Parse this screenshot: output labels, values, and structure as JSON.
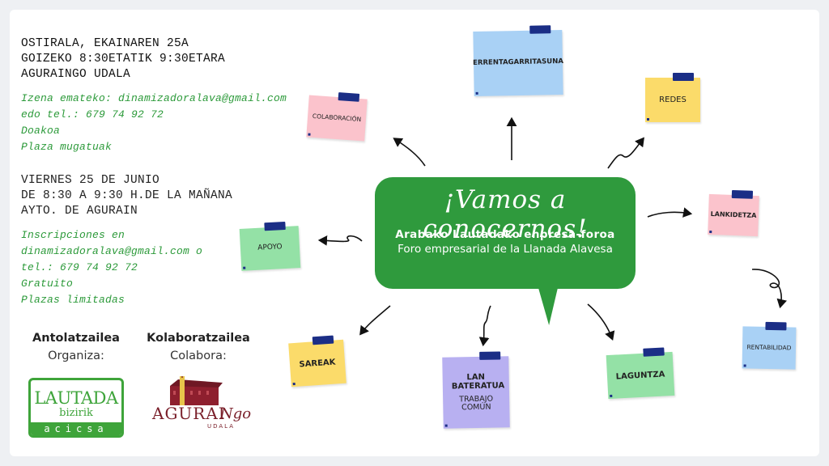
{
  "left_panel": {
    "basque_event": [
      "OSTIRALA, EKAINAREN 25A",
      "GOIZEKO 8:30ETATIK 9:30ETARA",
      "AGURAINGO UDALA"
    ],
    "basque_info": [
      "Izena emateko: dinamizadoralava@gmail.com",
      "edo tel.: 679 74 92 72",
      "Doakoa",
      "Plaza mugatuak"
    ],
    "spanish_event": [
      "VIERNES 25 DE JUNIO",
      "DE 8:30 A 9:30 H.DE LA MAÑANA",
      "AYTO. DE AGURAIN"
    ],
    "spanish_info": [
      "Inscripciones en",
      "dinamizadoralava@gmail.com o",
      "tel.: 679 74 92 72",
      "Gratuito",
      "Plazas limitadas"
    ],
    "organizer": {
      "title": "Antolatzailea",
      "subtitle": "Organiza:"
    },
    "collaborator": {
      "title": "Kolaboratzailea",
      "subtitle": "Colabora:"
    }
  },
  "logos": {
    "lautada": {
      "line1": "LAUTADA",
      "line2": "bizirik",
      "line3": "acicsa"
    },
    "agurain": {
      "word": "AGURAI",
      "suffix": "Ngo",
      "small": "UDALA"
    }
  },
  "bubble": {
    "title": "¡Vamos a conocernos!",
    "subtitle_basque": "Arabako Lautadako enpresa-foroa",
    "subtitle_spanish": "Foro empresarial de la Llanada Alavesa"
  },
  "notes": [
    {
      "label": "ERRENTAGARRITASUNA",
      "color": "#a9d1f5"
    },
    {
      "label": "REDES",
      "color": "#fbdb6a"
    },
    {
      "label": "COLABORACIÓN",
      "color": "#fbc3cc"
    },
    {
      "label": "LANKIDETZA",
      "color": "#fbc3cc"
    },
    {
      "label": "APOYO",
      "color": "#94e1a6"
    },
    {
      "label": "RENTABILIDAD",
      "color": "#a9d1f5"
    },
    {
      "label": "SAREAK",
      "color": "#fbdb6a"
    },
    {
      "label": "LAN BATERATUA",
      "sublabel": "TRABAJO COMÚN",
      "color": "#b8b0f1"
    },
    {
      "label": "LAGUNTZA",
      "color": "#94e1a6"
    }
  ],
  "colors": {
    "green_accent": "#2f9a3d",
    "info_text_green": "#2c9a3a",
    "tape_blue": "#1b2e86",
    "agurain_red": "#7a1f2a"
  }
}
